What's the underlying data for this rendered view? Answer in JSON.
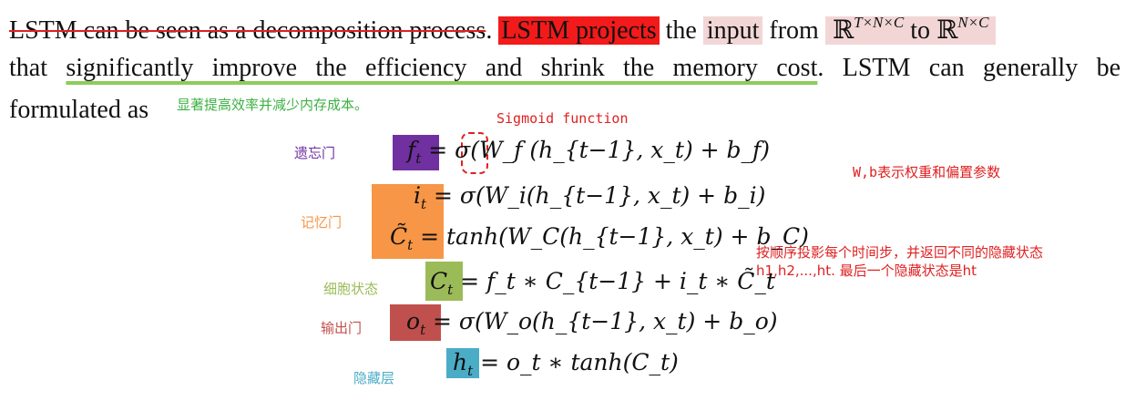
{
  "paragraph": {
    "line1_struck": "LSTM can be seen as a decomposition process",
    "line1_period": ".",
    "line1_highlight_red": "LSTM projects",
    "line1_the": " the ",
    "line1_input": "input",
    "line1_from": " from ",
    "math_from_base": "ℝ",
    "math_from_sup": "T×N×C",
    "math_to": " to ",
    "math_to_base": "ℝ",
    "math_to_sup": "N×C",
    "line2_that": "that ",
    "line2_underlined": "significantly improve the efficiency and shrink the memory cost",
    "line2_rest": ". LSTM can generally be",
    "line3_text": "formulated as"
  },
  "annotations": {
    "efficiency_note": "显著提高效率并减少内存成本。",
    "sigmoid_note": "Sigmoid function",
    "forget_gate": "遗忘门",
    "memory_gate": "记忆门",
    "cell_state": "细胞状态",
    "output_gate": "输出门",
    "hidden_layer": "隐藏层",
    "weights_note": "W,b表示权重和偏置参数",
    "projection_note_1": "按顺序投影每个时间步，并返回不同的隐藏状态",
    "projection_note_2": "h1,h2,...,ht. 最后一个隐藏状态是ht"
  },
  "equations": {
    "forget": {
      "lhs": "f",
      "lhs_sub": "t",
      "rhs": " = σ(W_f (h_{t−1}, x_t) + b_f)"
    },
    "input": {
      "lhs": "i",
      "lhs_sub": "t",
      "rhs": " = σ(W_i(h_{t−1}, x_t) + b_i)"
    },
    "candidate": {
      "lhs": "C̃",
      "lhs_sub": "t",
      "rhs": " = tanh(W_C(h_{t−1}, x_t) + b_C)"
    },
    "cell": {
      "lhs": "C",
      "lhs_sub": "t",
      "rhs": " = f_t ∗ C_{t−1} + i_t ∗ C̃_t"
    },
    "output": {
      "lhs": "o",
      "lhs_sub": "t",
      "rhs": " = σ(W_o(h_{t−1}, x_t) + b_o)"
    },
    "hidden": {
      "lhs": "h",
      "lhs_sub": "t",
      "rhs": " = o_t ∗ tanh(C_t)"
    }
  },
  "colors": {
    "forget_gate": "#7030a0",
    "memory_gate": "#f79646",
    "cell_state": "#9bbb59",
    "output_gate": "#c0504d",
    "hidden_layer": "#4bacc6",
    "red_highlight": "#f21a1a",
    "pink_highlight": "#f2d6d6",
    "green_underline": "#8ccc5a",
    "annotation_red": "#e02020",
    "annotation_green": "#3cb043"
  }
}
